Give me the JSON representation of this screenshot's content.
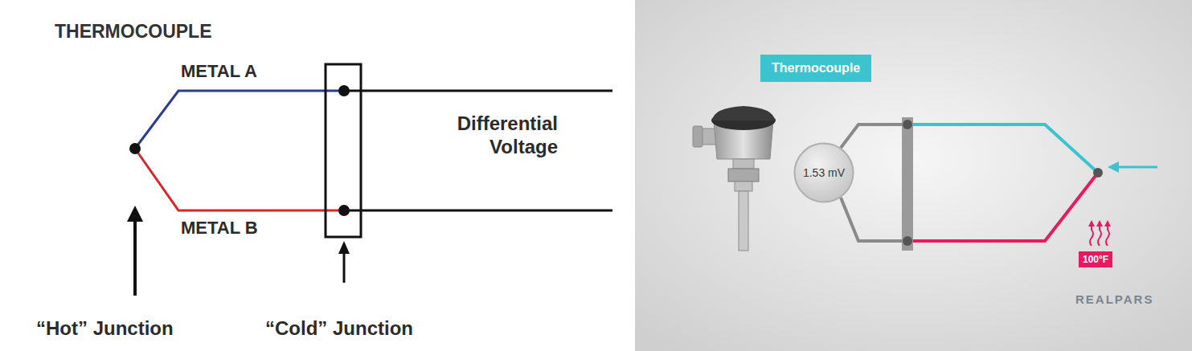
{
  "diagram": {
    "title": "THERMOCOUPLE",
    "nodes": [
      {
        "text": [
          "Thermocouple"
        ]
      },
      {
        "text": [
          "1.53 mV"
        ]
      },
      {
        "text": [
          "100°F"
        ]
      }
    ],
    "labels": [
      "METAL A",
      "METAL B",
      "Differential Voltage",
      "“Hot” Junction",
      "“Cold” Junction",
      "REALPARS"
    ]
  }
}
